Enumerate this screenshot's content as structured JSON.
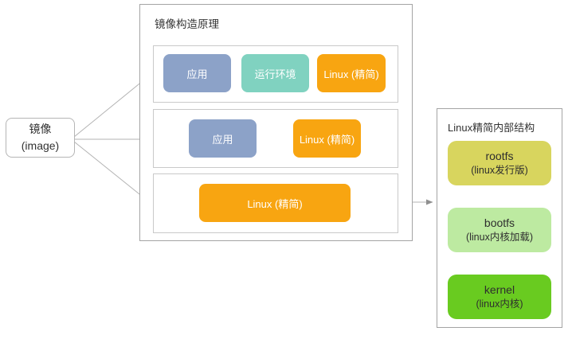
{
  "image_node": {
    "line1": "镜像",
    "line2": "(image)"
  },
  "construction_panel": {
    "title": "镜像构造原理",
    "rows": [
      {
        "boxes": [
          {
            "label": "应用",
            "color": "#8ca2c8"
          },
          {
            "label": "运行环境",
            "color": "#80d2c0"
          },
          {
            "label": "Linux (精简)",
            "color": "#f8a511"
          }
        ]
      },
      {
        "boxes": [
          {
            "label": "应用",
            "color": "#8ca2c8"
          },
          {
            "label": "Linux (精简)",
            "color": "#f8a511"
          }
        ]
      },
      {
        "boxes": [
          {
            "label": "Linux (精简)",
            "color": "#f8a511"
          }
        ]
      }
    ]
  },
  "internal_panel": {
    "title": "Linux精简内部结构",
    "layers": [
      {
        "line1": "rootfs",
        "line2": "(linux发行版)",
        "color": "#d8d55e"
      },
      {
        "line1": "bootfs",
        "line2": "(linux内核加载)",
        "color": "#bdeaa1"
      },
      {
        "line1": "kernel",
        "line2": "(linux内核)",
        "color": "#69cb20"
      }
    ]
  },
  "arrows": {
    "line_color": "#b3b3b3",
    "head_color": "#8f8f8f"
  }
}
